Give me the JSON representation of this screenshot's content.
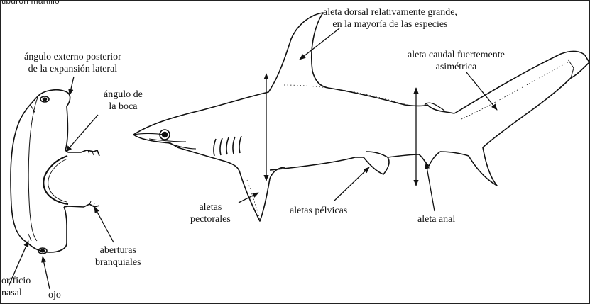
{
  "header_fragment": "tiburón martillo",
  "labels": {
    "dorsal": [
      "aleta dorsal relativamente grande,",
      "en la mayoría de las especies"
    ],
    "angulo_externo": [
      "ángulo externo posterior",
      "de la expansión lateral"
    ],
    "angulo_boca": [
      "ángulo de",
      "la boca"
    ],
    "caudal": [
      "aleta caudal fuertemente",
      "asimétrica"
    ],
    "pectorales": [
      "aletas",
      "pectorales"
    ],
    "pelvicas": [
      "aletas pélvicas"
    ],
    "anal": [
      "aleta anal"
    ],
    "aberturas": [
      "aberturas",
      "branquiales"
    ],
    "orificio": [
      "orificio",
      "nasal"
    ],
    "ojo": [
      "ojo"
    ]
  }
}
